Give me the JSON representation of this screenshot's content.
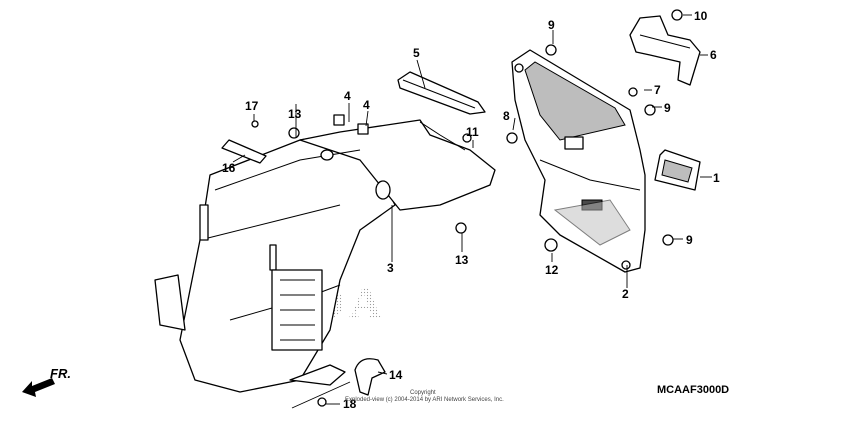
{
  "callouts": {
    "c1": "1",
    "c2": "2",
    "c3": "3",
    "c4a": "4",
    "c4b": "4",
    "c5": "5",
    "c6": "6",
    "c7": "7",
    "c8": "8",
    "c9a": "9",
    "c9b": "9",
    "c9c": "9",
    "c10": "10",
    "c11": "11",
    "c12": "12",
    "c13a": "13",
    "c13b": "13",
    "c14": "14",
    "c16": "16",
    "c17": "17",
    "c18": "18"
  },
  "watermark": "HONDA",
  "front_indicator": "FR.",
  "copyright_line1": "Copyright",
  "copyright_line2": "Exploded-view (c) 2004-2014 by ARI Network Services, Inc.",
  "diagram_code": "MCAAF3000D"
}
